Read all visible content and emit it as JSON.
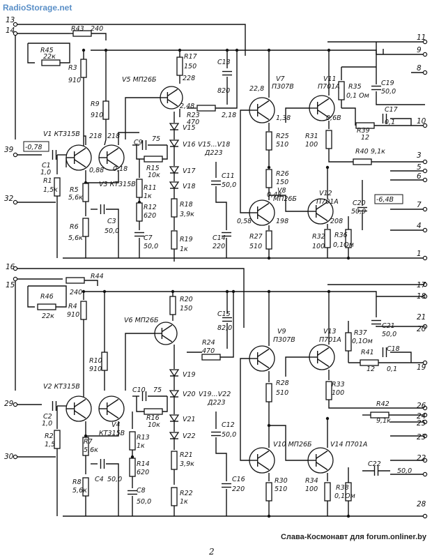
{
  "watermark": "RadioStorage.net",
  "credit": "Слава-Космонавт для forum.onliner.by",
  "page_number": "2",
  "top": {
    "pins_left": [
      "13",
      "14",
      "39",
      "32"
    ],
    "pins_right": [
      "11",
      "9",
      "8",
      "10",
      "3",
      "5",
      "6",
      "7",
      "4",
      "1"
    ],
    "labels": {
      "R43": "R43",
      "R43v": "240",
      "R45": "R45",
      "R45v": "22к",
      "R3": "R3",
      "R3v": "910",
      "R9": "R9",
      "R9v": "910",
      "R17": "R17",
      "R17v": "150",
      "v228": "228",
      "V5": "V5 МП26Б",
      "C13": "C13",
      "C13v": "820",
      "v22_8": "22,8",
      "V7": "V7",
      "V7t": "П307В",
      "V11": "V11",
      "V11t": "П701А",
      "R35": "R35",
      "R35v": "0,1 Ом",
      "C19": "C19",
      "C19v": "50,0",
      "C17": "C17",
      "C17v": "0,1",
      "R39": "R39",
      "R39v": "12",
      "v2_48": "2,48",
      "R23": "R23",
      "R23v": "470",
      "v2_18": "2,18",
      "v1_38": "1,38",
      "v0_68": "0,6В",
      "V1": "V1 КТ315В",
      "v218a": "218",
      "v218b": "218",
      "C9": "C9",
      "C9v": "75",
      "V15": "V15",
      "V16": "V16",
      "V17": "V17",
      "V18": "V18",
      "V15_18": "V15...V18",
      "D223": "Д223",
      "R25": "R25",
      "R25v": "510",
      "R31": "R31",
      "R31v": "100",
      "R40": "R40",
      "R40v": "9,1к",
      "v078": "-0,78",
      "C1": "C1",
      "C1v": "1,0",
      "R1": "R1",
      "R1v": "1,5к",
      "v088": "0,88",
      "v018": "0,18",
      "R15": "R15",
      "R15v": "10к",
      "R26": "R26",
      "R26v": "150",
      "C11": "C11",
      "C11v": "50,0",
      "V3": "V3 КТ315В",
      "R5": "R5",
      "R5v": "5,6к",
      "R11": "R11",
      "R11v": "1к",
      "R12": "R12",
      "R12v": "620",
      "v048": "0,48",
      "V8": "V8",
      "V8t": "МП26Б",
      "V12": "V12",
      "V12t": "П701А",
      "C20": "C20",
      "C20v": "50,0",
      "v648": "-6,4В",
      "C3": "C3",
      "C3v": "50,0",
      "R18": "R18",
      "R18v": "3,9к",
      "v058": "0,58",
      "v198": "198",
      "v208": "208",
      "R6": "R6",
      "R6v": "5,6к",
      "C7": "C7",
      "C7v": "50,0",
      "R19": "R19",
      "R19v": "1к",
      "C14": "C14",
      "C14v": "220",
      "R27": "R27",
      "R27v": "510",
      "R32": "R32",
      "R32v": "100",
      "R36": "R36",
      "R36v": "0,1Ом"
    }
  },
  "bottom": {
    "pins_left": [
      "16",
      "15",
      "29",
      "30"
    ],
    "pins_right": [
      "17",
      "18",
      "21",
      "20",
      "19",
      "26",
      "24",
      "25",
      "23",
      "22",
      "28"
    ],
    "labels": {
      "R44": "R44",
      "R44v": "240",
      "R46": "R46",
      "R46v": "22к",
      "R4": "R4",
      "R4v": "910",
      "R20": "R20",
      "R20v": "150",
      "V6": "V6 МП26Б",
      "C15": "C15",
      "C15v": "82,0",
      "R24": "R24",
      "R24v": "470",
      "V9": "V9",
      "V9t": "П307В",
      "V13": "V13",
      "V13t": "П701А",
      "R37": "R37",
      "R37v": "0,1Ом",
      "C21": "C21",
      "C21v": "50,0",
      "R10": "R10",
      "R10v": "910",
      "V19": "V19",
      "V20": "V20",
      "V21": "V21",
      "V22": "V22",
      "V19_22": "V19...V22",
      "D223": "Д223",
      "R41": "R41",
      "R41v": "12",
      "C18": "C18",
      "C18v": "0,1",
      "V2": "V2 КТ315В",
      "C10": "C10",
      "C10v": "75",
      "R28": "R28",
      "R28v": "510",
      "R33": "R33",
      "R33v": "100",
      "C2": "C2",
      "C2v": "1,0",
      "R16": "R16",
      "R16v": "10к",
      "V4": "V4",
      "V4t": "КТ315В",
      "R2": "R2",
      "R2v": "1,5",
      "R13": "R13",
      "R13v": "1к",
      "R42": "R42",
      "R42v": "9,1к",
      "C12": "C12",
      "C12v": "50,0",
      "R7": "R7",
      "R7v": "5,6к",
      "V10": "V10 МП26Б",
      "V14": "V14 П701А",
      "R21": "R21",
      "R21v": "3,9к",
      "C4": "C4",
      "C4v": "50,0",
      "R14": "R14",
      "R14v": "620",
      "C22": "C22",
      "C22v": "50,0",
      "R8": "R8",
      "R8v": "5,6к",
      "C8": "C8",
      "C8v": "50,0",
      "C16": "C16",
      "C16v": "220",
      "R30": "R30",
      "R30v": "510",
      "R34": "R34",
      "R34v": "100",
      "R38": "R38",
      "R38v": "0,1Ом",
      "R22": "R22",
      "R22v": "1к"
    }
  }
}
